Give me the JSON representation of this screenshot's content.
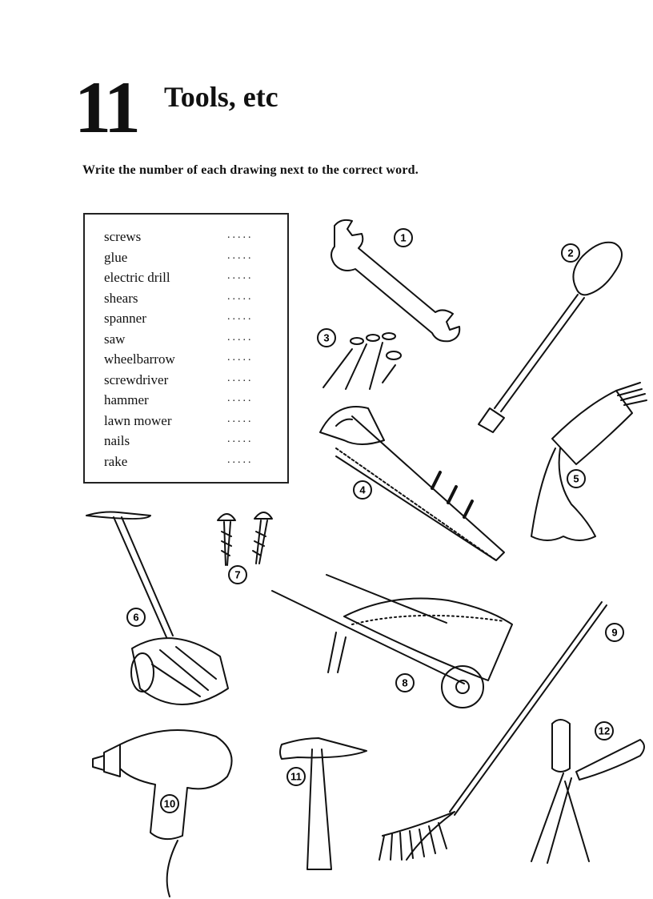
{
  "unit": {
    "number": "11",
    "title": "Tools, etc"
  },
  "instruction": {
    "part1": "Write the number of each drawing ",
    "part2": "next to the correct word."
  },
  "word_list": [
    {
      "word": "screws",
      "answer": "....."
    },
    {
      "word": "glue",
      "answer": "....."
    },
    {
      "word": "electric drill",
      "answer": "....."
    },
    {
      "word": "shears",
      "answer": "....."
    },
    {
      "word": "spanner",
      "answer": "....."
    },
    {
      "word": "saw",
      "answer": "....."
    },
    {
      "word": "wheelbarrow",
      "answer": "....."
    },
    {
      "word": "screwdriver",
      "answer": "....."
    },
    {
      "word": "hammer",
      "answer": "....."
    },
    {
      "word": "lawn mower",
      "answer": "....."
    },
    {
      "word": "nails",
      "answer": "....."
    },
    {
      "word": "rake",
      "answer": "....."
    }
  ],
  "drawings": [
    {
      "number": "1",
      "icon": "spanner-drawing"
    },
    {
      "number": "2",
      "icon": "screwdriver-drawing"
    },
    {
      "number": "3",
      "icon": "nails-drawing"
    },
    {
      "number": "4",
      "icon": "saw-drawing"
    },
    {
      "number": "5",
      "icon": "glue-drawing"
    },
    {
      "number": "6",
      "icon": "lawn-mower-drawing"
    },
    {
      "number": "7",
      "icon": "screws-drawing"
    },
    {
      "number": "8",
      "icon": "wheelbarrow-drawing"
    },
    {
      "number": "9",
      "icon": "rake-drawing"
    },
    {
      "number": "10",
      "icon": "electric-drill-drawing"
    },
    {
      "number": "11",
      "icon": "hammer-drawing"
    },
    {
      "number": "12",
      "icon": "shears-drawing"
    }
  ]
}
